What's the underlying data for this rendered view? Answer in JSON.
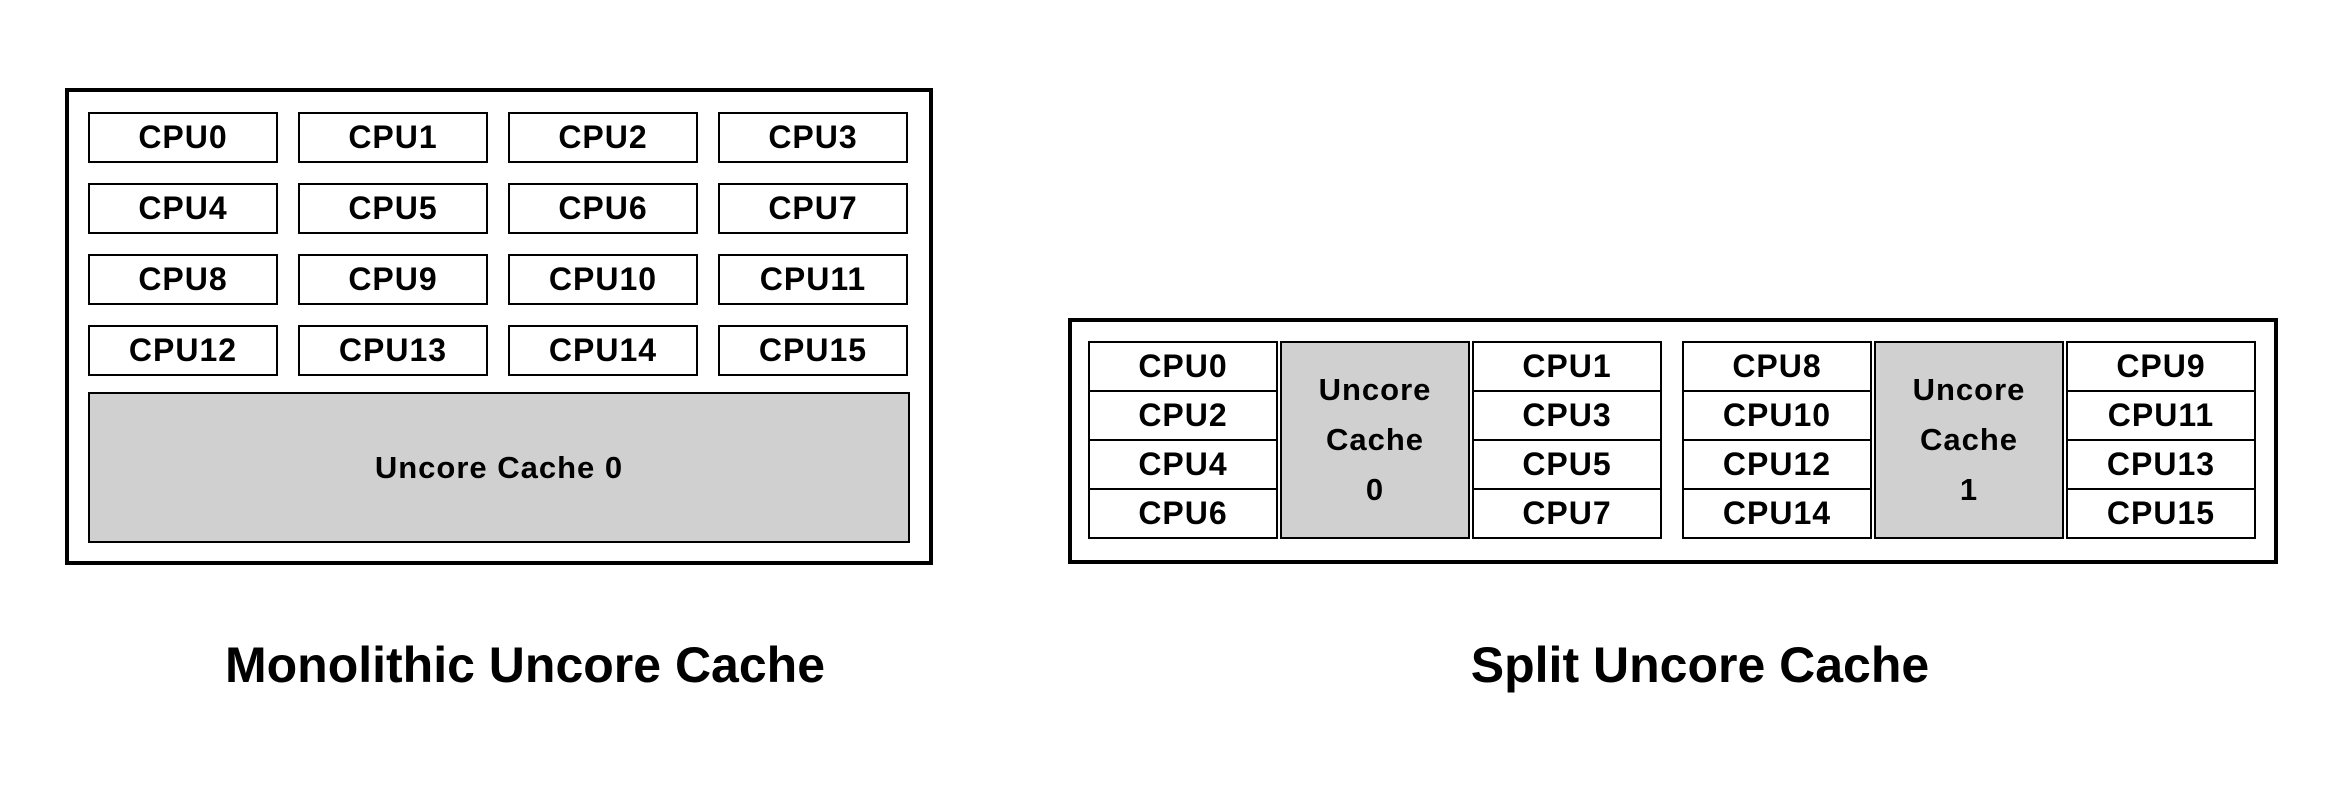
{
  "colors": {
    "cache_fill": "#d0d0d0",
    "border": "#000000",
    "background": "#ffffff"
  },
  "left_diagram": {
    "caption": "Monolithic Uncore Cache",
    "cpus": [
      "CPU0",
      "CPU1",
      "CPU2",
      "CPU3",
      "CPU4",
      "CPU5",
      "CPU6",
      "CPU7",
      "CPU8",
      "CPU9",
      "CPU10",
      "CPU11",
      "CPU12",
      "CPU13",
      "CPU14",
      "CPU15"
    ],
    "cache_label": "Uncore Cache 0"
  },
  "right_diagram": {
    "caption": "Split Uncore Cache",
    "groups": [
      {
        "left_cpus": [
          "CPU0",
          "CPU2",
          "CPU4",
          "CPU6"
        ],
        "cache_lines": [
          "Uncore",
          "Cache",
          "0"
        ],
        "right_cpus": [
          "CPU1",
          "CPU3",
          "CPU5",
          "CPU7"
        ]
      },
      {
        "left_cpus": [
          "CPU8",
          "CPU10",
          "CPU12",
          "CPU14"
        ],
        "cache_lines": [
          "Uncore",
          "Cache",
          "1"
        ],
        "right_cpus": [
          "CPU9",
          "CPU11",
          "CPU13",
          "CPU15"
        ]
      }
    ]
  }
}
